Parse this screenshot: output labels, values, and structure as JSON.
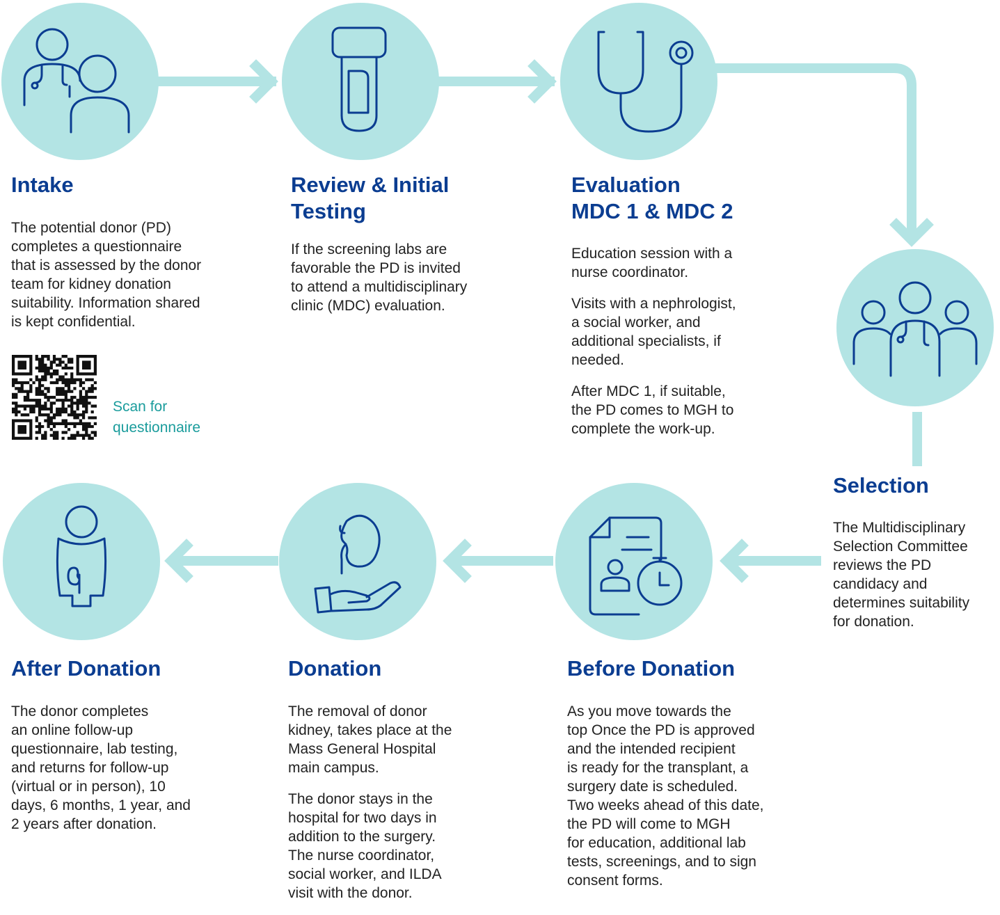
{
  "colors": {
    "accent_circle": "#b3e4e4",
    "icon_stroke": "#0b3d91",
    "title": "#0b3d91",
    "body_text": "#222222",
    "qr_caption": "#1a9c9c"
  },
  "steps": [
    {
      "key": "intake",
      "icon": "doctor-patient-icon",
      "title": "Intake",
      "paragraphs": [
        "The potential donor (PD)\ncompletes a questionnaire\nthat is assessed by the donor\nteam for kidney donation\nsuitability. Information shared\nis kept confidential."
      ],
      "qr_caption": "Scan for\nquestionnaire"
    },
    {
      "key": "review",
      "icon": "test-tube-icon",
      "title": "Review & Initial\nTesting",
      "paragraphs": [
        "If the screening labs are\nfavorable the PD is invited\nto attend a multidisciplinary\nclinic (MDC) evaluation."
      ]
    },
    {
      "key": "evaluation",
      "icon": "stethoscope-icon",
      "title": "Evaluation\nMDC 1 & MDC 2",
      "paragraphs": [
        "Education session with a\nnurse coordinator.",
        "Visits with a nephrologist,\na social worker, and\nadditional specialists, if\nneeded.",
        "After MDC 1, if suitable,\nthe PD comes to MGH to\ncomplete the work-up."
      ]
    },
    {
      "key": "selection",
      "icon": "committee-icon",
      "title": "Selection",
      "paragraphs": [
        "The Multidisciplinary\nSelection Committee\nreviews the PD\ncandidacy and\ndetermines suitability\nfor donation."
      ]
    },
    {
      "key": "before",
      "icon": "document-clock-icon",
      "title": "Before Donation",
      "paragraphs": [
        "As you move towards the\ntop Once the PD is approved\nand the intended recipient\nis ready for the transplant, a\nsurgery date is scheduled.\nTwo weeks ahead of this date,\nthe PD will come to MGH\nfor education, additional lab\ntests, screenings, and to sign\nconsent forms."
      ]
    },
    {
      "key": "donation",
      "icon": "kidney-hand-icon",
      "title": "Donation",
      "paragraphs": [
        "The removal of donor\nkidney, takes place at the\nMass General Hospital\nmain campus.",
        "The donor stays in the\nhospital for two days in\naddition to the surgery.\nThe nurse coordinator,\nsocial worker, and ILDA\nvisit with the donor."
      ]
    },
    {
      "key": "after",
      "icon": "person-kidney-icon",
      "title": "After Donation",
      "paragraphs": [
        "The donor completes\nan online follow-up\nquestionnaire, lab testing,\nand returns for follow-up\n(virtual or in person), 10\ndays, 6 months, 1 year, and\n2 years after donation."
      ]
    }
  ]
}
